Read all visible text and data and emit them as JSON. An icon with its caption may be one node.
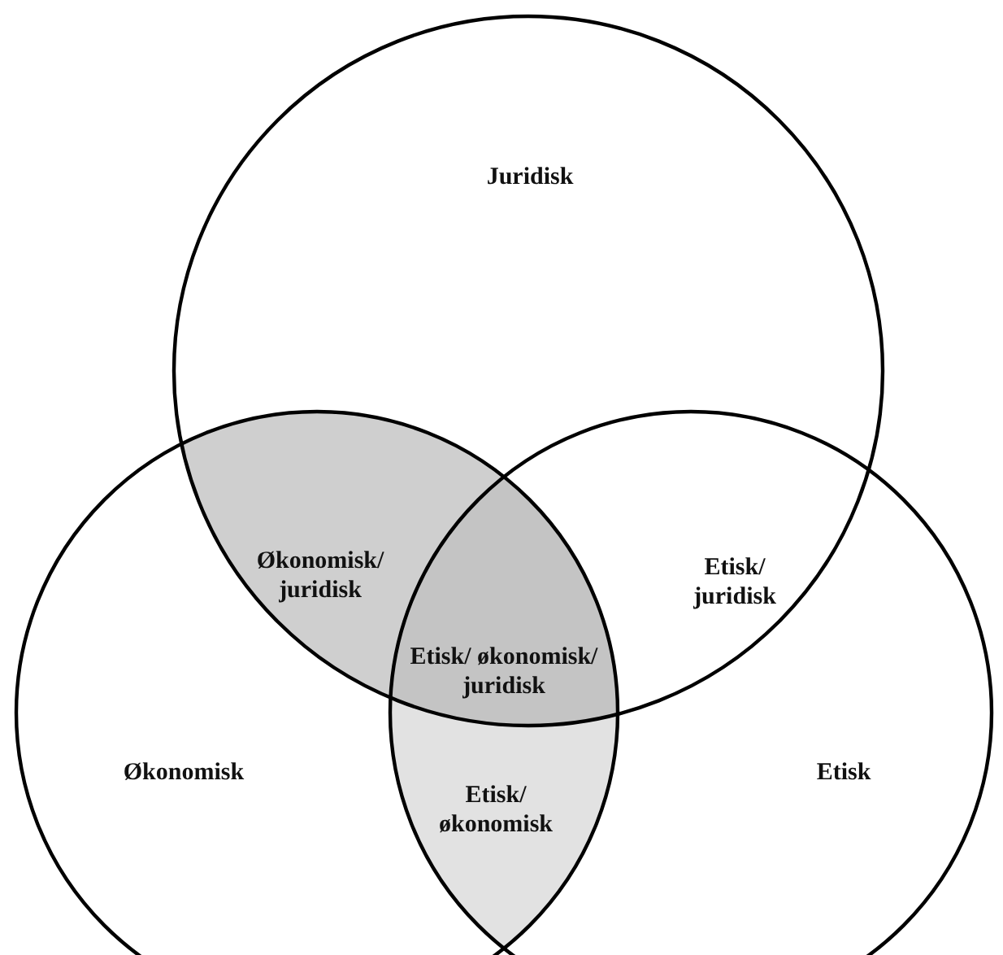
{
  "diagram": {
    "nodes": [
      {
        "text": [
          "Juridisk"
        ]
      },
      {
        "text": [
          "Økonomisk/ juridisk"
        ]
      },
      {
        "text": [
          "Etisk/ juridisk"
        ]
      },
      {
        "text": [
          "Etisk/ økonomisk/ juridisk"
        ]
      },
      {
        "text": [
          "Økonomisk"
        ]
      },
      {
        "text": [
          "Etisk"
        ]
      },
      {
        "text": [
          "Etisk/ økonomisk"
        ]
      }
    ]
  }
}
